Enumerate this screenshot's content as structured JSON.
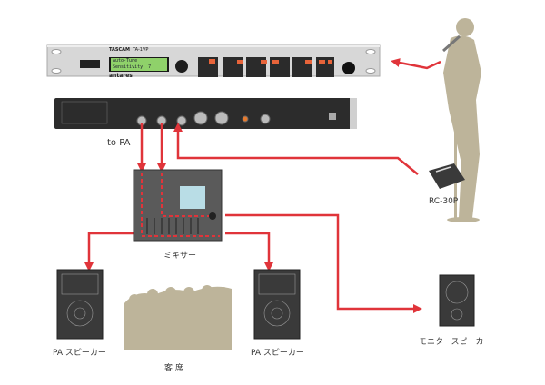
{
  "front_unit": {
    "brand": "TASCAM",
    "model": "TA-1VP",
    "lcd_line1": "Auto-Tune",
    "lcd_line2": "Sensitivity: 7",
    "maker": "antares",
    "lcd_color": "#8fd16a"
  },
  "labels": {
    "to_pa": "to PA",
    "footswitch": "RC-30P",
    "mixer": "ミキサー",
    "pa_left": "PA スピーカー",
    "pa_right": "PA スピーカー",
    "audience": "客 席",
    "monitor": "モニタースピーカー"
  },
  "colors": {
    "cable": "#e0343a",
    "silhouette": "#bdb49a",
    "device_dark": "#3a3a3a",
    "panel_silver": "#d7d7d7"
  }
}
